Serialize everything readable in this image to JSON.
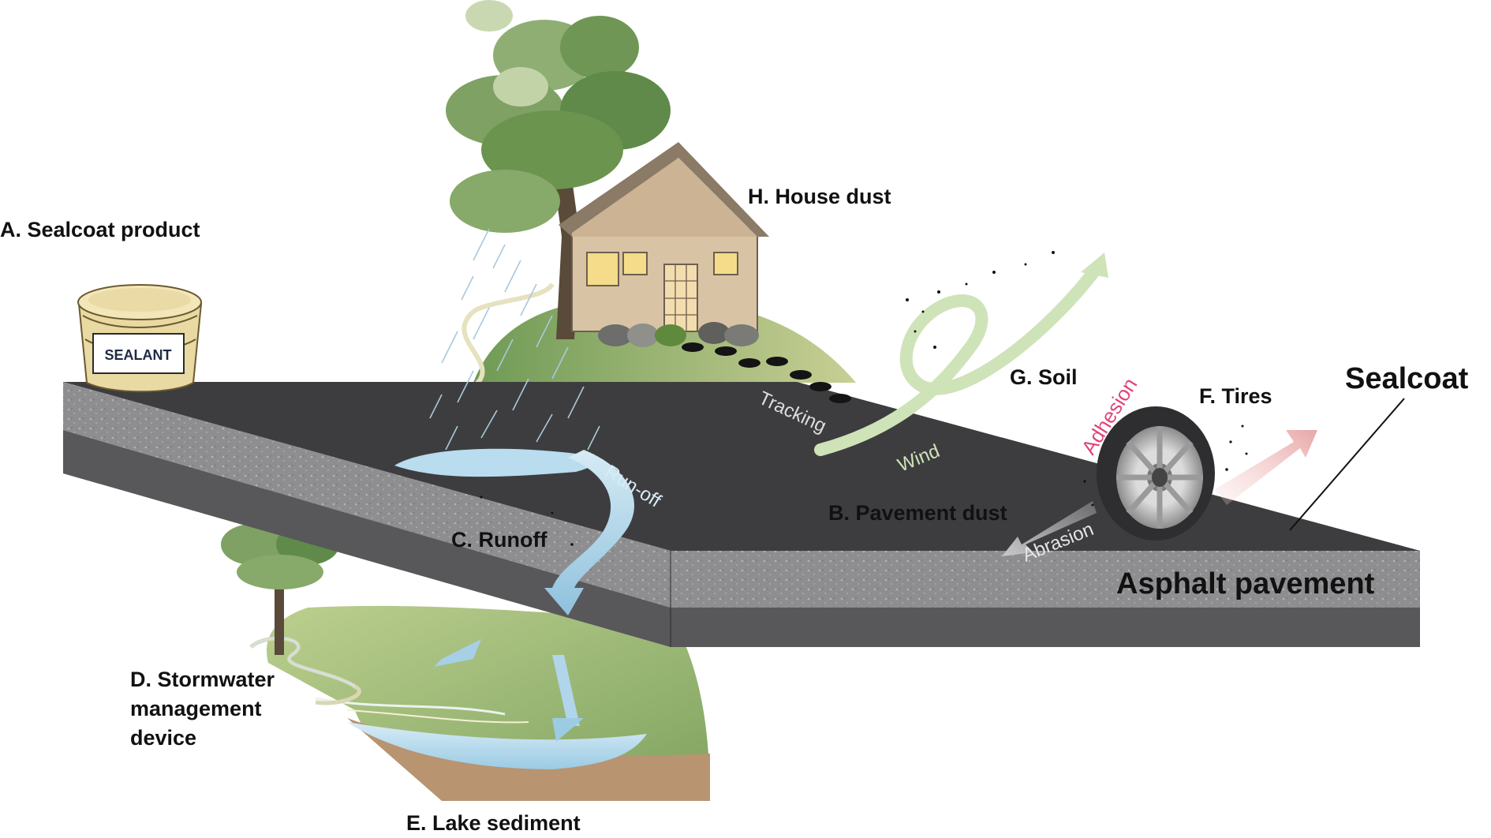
{
  "labels": {
    "a": "A. Sealcoat product",
    "b": "B. Pavement dust",
    "c": "C. Runoff",
    "d": [
      "D. Stormwater",
      "management",
      "device"
    ],
    "e": "E. Lake sediment",
    "f": "F. Tires",
    "g": "G. Soil",
    "h": "H. House dust"
  },
  "layers": {
    "sealcoat": "Sealcoat",
    "asphalt": "Asphalt pavement"
  },
  "processes": {
    "tracking": "Tracking",
    "runoff_flow": "Run-off",
    "wind": "Wind",
    "adhesion": "Adhesion",
    "abrasion": "Abrasion"
  },
  "bucket_text": "SEALANT",
  "colors": {
    "sealcoat_top": "#3d3d3f",
    "asphalt_side": "#8f8f92",
    "asphalt_base": "#58585a",
    "grass": "#a8bd7a",
    "water": "#b9dcef",
    "sediment": "#b89470",
    "wind": "#cfe3b8",
    "adhesion": "#e0457a",
    "house_wall": "#d9c3a5",
    "roof": "#8a7a66"
  },
  "icons": [
    "sealant-bucket-icon",
    "house-icon",
    "tree-icon",
    "tire-icon",
    "footprint-icon",
    "rain-icon"
  ]
}
